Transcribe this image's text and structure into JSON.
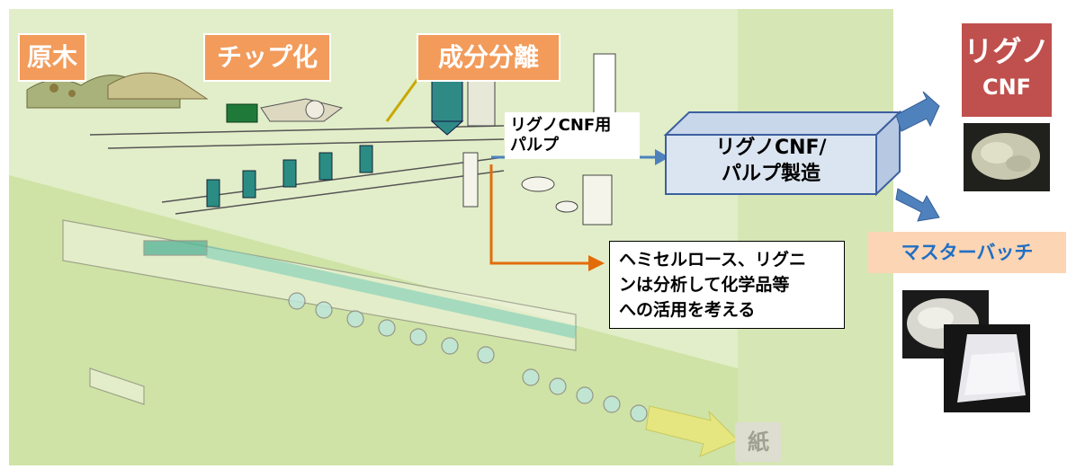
{
  "stages": [
    {
      "label": "原木"
    },
    {
      "label": "チップ化"
    },
    {
      "label": "成分分離"
    }
  ],
  "pulp_label": "リグノCNF用\nパルプ",
  "process_box": "リグノCNF/\nパルプ製造",
  "product_lignocnf": {
    "line1": "リグノ",
    "line2": "CNF"
  },
  "product_masterbatch": "マスターバッチ",
  "byproduct_note": "ヘミセルロース、リグニ\nンは分析して化学品等\nへの活用を考える",
  "output_paper": "紙",
  "colors": {
    "panel_bg": "#e2eec9",
    "lower_panel_bg": "#cde2a1",
    "stage_orange": "#f29b5b",
    "process_box_fill": "#dbe5f1",
    "process_box_border": "#3c5fa0",
    "arrow_blue": "#4f81bd",
    "arrow_orange": "#e36c0a",
    "cnf_red": "#c0504d",
    "masterbatch_bg": "#fcd5b4",
    "masterbatch_text": "#1f6fc5"
  },
  "icons": [
    "tree-logs-illustration",
    "chipper-illustration",
    "digester-tower-illustration",
    "paper-machine-illustration",
    "lignocnf-sample-photo",
    "masterbatch-pellets-photo",
    "masterbatch-bag-photo"
  ]
}
